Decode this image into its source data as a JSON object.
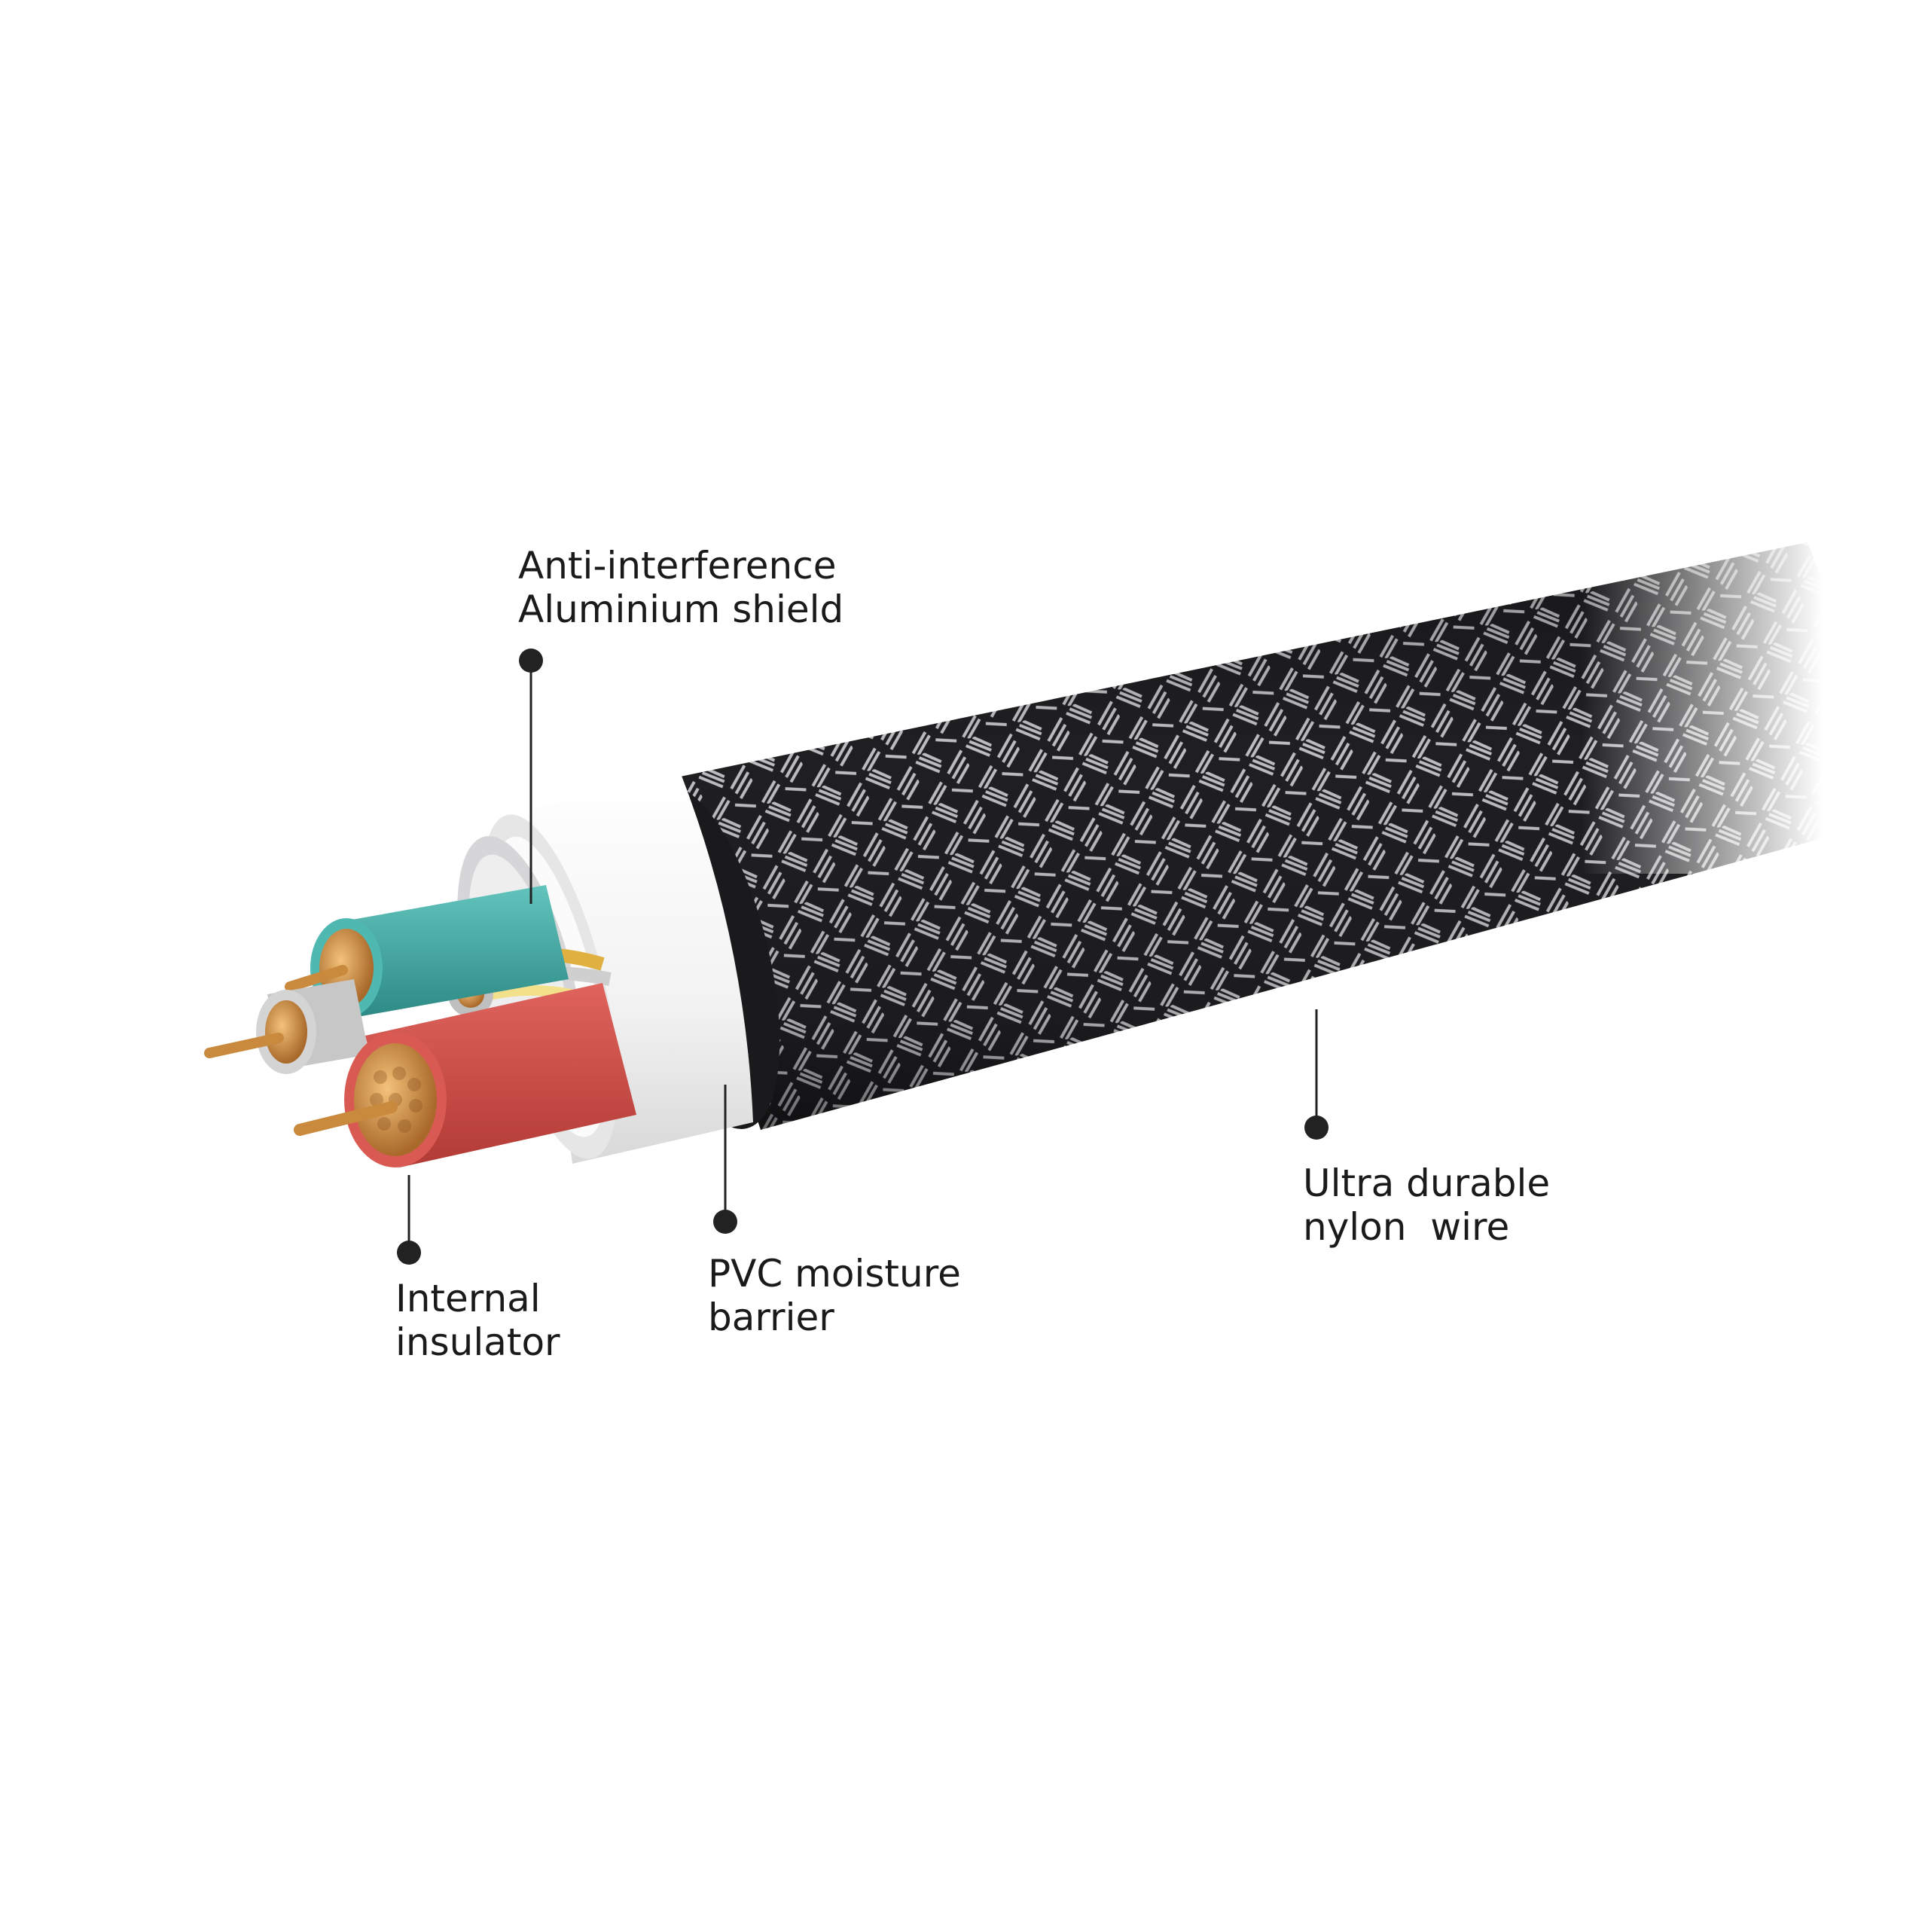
{
  "callouts": [
    {
      "key": "shield",
      "line1": "Anti-interference",
      "line2": "Aluminium shield"
    },
    {
      "key": "insulator",
      "line1": "Internal",
      "line2": "insulator"
    },
    {
      "key": "barrier",
      "line1": "PVC moisture",
      "line2": "barrier"
    },
    {
      "key": "nylon",
      "line1": "Ultra durable",
      "line2": "nylon  wire"
    }
  ],
  "colors": {
    "jacket": "#1f1f22",
    "weave": "#d9d9dc",
    "pvc": "#f6f6f6",
    "shield": "#c9c9cc",
    "teal": "#3fa7a1",
    "red": "#cf4a44",
    "gray": "#c4c4c4",
    "copper": "#c98a3d",
    "gold": "#e0b040",
    "leader": "#222222"
  }
}
